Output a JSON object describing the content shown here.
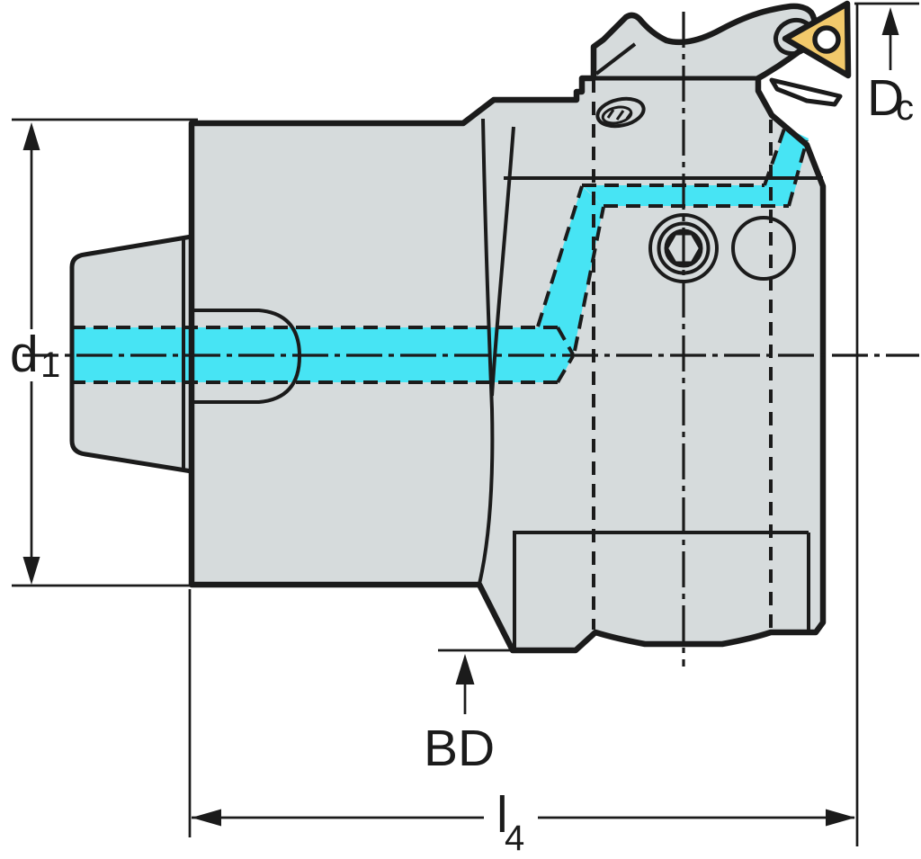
{
  "diagram": {
    "type": "technical-drawing",
    "subject": "tool-holder-side-view-cross-section",
    "labels": {
      "d1": {
        "text": "d",
        "subscript": "1"
      },
      "dc": {
        "text": "D",
        "subscript": "c"
      },
      "bd": {
        "text": "BD"
      },
      "l4": {
        "text": "l",
        "subscript": "4"
      }
    },
    "colors": {
      "background": "#ffffff",
      "body": "#d6dbdc",
      "coolant": "#47e4f4",
      "insert": "#f2c96b",
      "hole": "#ffffff",
      "line": "#1b1b1b"
    }
  }
}
